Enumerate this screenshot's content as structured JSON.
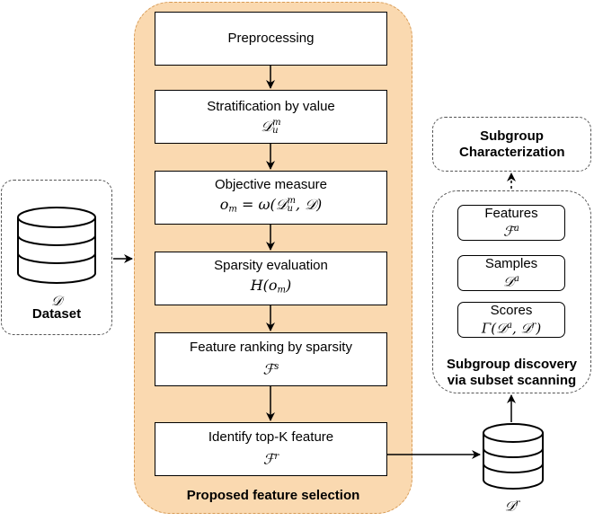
{
  "panel_title": "Proposed feature selection",
  "steps": [
    {
      "label": "Preprocessing",
      "math": ""
    },
    {
      "label": "Stratification by value",
      "math": "𝒟ᵤᵐ"
    },
    {
      "label": "Objective measure",
      "math": "oₘ = ω(𝒟ᵤᵐ, 𝒟)"
    },
    {
      "label": "Sparsity evaluation",
      "math": "H(oₘ)"
    },
    {
      "label": "Feature ranking by sparsity",
      "math": "ℱˢ"
    },
    {
      "label": "Identify top-K feature",
      "math": "ℱʳ"
    }
  ],
  "dataset": {
    "symbol": "𝒟",
    "label": "Dataset"
  },
  "subset_symbol": "𝒟ʳ",
  "characterization_title": "Subgroup Characterization",
  "discovery_title": "Subgroup discovery via subset scanning",
  "discovery_items": [
    {
      "label": "Features",
      "math": "ℱᵃ"
    },
    {
      "label": "Samples",
      "math": "𝒟ᵃ"
    },
    {
      "label": "Scores",
      "math": "Γ(𝒟ᵃ, 𝒟ʳ)"
    }
  ]
}
